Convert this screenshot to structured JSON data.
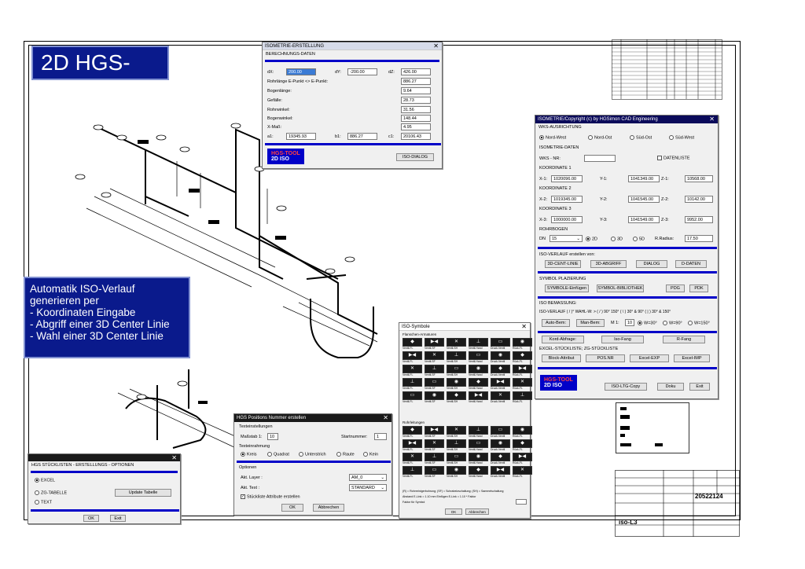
{
  "title_banner": "2D HGS-ISO",
  "info_banner": {
    "lines": [
      "Automatik ISO-Verlauf",
      "generieren per",
      "- Koordinaten Eingabe",
      "- Abgriff einer 3D Center Linie",
      "- Wahl einer 3D Center Linie"
    ]
  },
  "iso_erstellung": {
    "title": "ISOMETRIE-ERSTELLUNG",
    "section": "BERECHNUNGS-DATEN",
    "dx_label": "dX:",
    "dx_value": "200.00",
    "dy_label": "dY:",
    "dy_value": "-200.00",
    "dz_label": "dZ:",
    "dz_value": "426.00",
    "rows": [
      {
        "label": "Rohrlänge E-Punkt <> E-Punkt:",
        "value": "886.27"
      },
      {
        "label": "Bogenlänge:",
        "value": "9.64"
      },
      {
        "label": "Gefälle:",
        "value": "28.73"
      },
      {
        "label": "Rohrwinkel:",
        "value": "31.56"
      },
      {
        "label": "Bogenwinkel:",
        "value": "148.44"
      },
      {
        "label": "X-Maß:",
        "value": "4.95"
      }
    ],
    "a1_label": "a1:",
    "a1_value": "19345.93",
    "b1_label": "b1:",
    "b1_value": "886.27",
    "c1_label": "c1:",
    "c1_value": "20106.43",
    "logo_line1": "HGS-TOOL",
    "logo_line2": "2D ISO",
    "iso_dialog_button": "ISO-DIALOG"
  },
  "iso_copyright": {
    "title": "ISOMETRIE/Copyright (c) by HGSimon CAD Engineering",
    "wks_section": "WKS-AUSRICHTUNG",
    "wks_options": [
      "Nord-West",
      "Nord-Ost",
      "Süd-Ost",
      "Süd-West"
    ],
    "isodaten_section": "ISOMETRIE-DATEN",
    "wks_nr_label": "WKS - NR:",
    "wks_nr_value": "",
    "datenliste_label": "DATENLISTE",
    "koord1": "KOORDINATE 1",
    "x1_label": "X-1:",
    "x1": "1020096.00",
    "y1_label": "Y-1:",
    "y1": "1041349.00",
    "z1_label": "Z-1:",
    "z1": "10568.00",
    "koord2": "KOORDINATE 2",
    "x2_label": "X-2:",
    "x2": "1019345.00",
    "y2_label": "Y-2:",
    "y2": "1041545.00",
    "z2_label": "Z-2:",
    "z2": "10142.00",
    "koord3": "KOORDINATE 3",
    "x3_label": "X-3:",
    "x3": "1000000.00",
    "y3_label": "Y-3:",
    "y3": "1041549.00",
    "z3_label": "Z-3:",
    "z3": "9952.00",
    "rohrbogen": "ROHRBOGEN",
    "dn_label": "DN",
    "dn_value": "15",
    "d_options": [
      "2D",
      "3D",
      "5D"
    ],
    "radius_label": "R.Radius:",
    "radius_value": "17.50",
    "verlauf_section": "ISO-VERLAUF erstellen von:",
    "verlauf_buttons": [
      "3D-CENT-LINIE",
      "3D-ABGRIFF",
      "DIALOG",
      "D-DATEN"
    ],
    "symbol_section": "SYMBOL PLAZIERUNG",
    "symbol_buttons": [
      "SYMBOLE-Einfügen",
      "SYMBOL-BIBLIOTHEK",
      "PDG",
      "PDK"
    ],
    "bemassung_section": "ISO BEMASSUNG:",
    "wahl_text": "ISO-VERLAUF ( / )° WAHL-W: > ( / ) 90° 150° ( \\ ) 30° & 90° ( | ) 30° & 150°",
    "auto_bem": "Auto-Bem:",
    "man_bem": "Man-Bem:",
    "m_label": "M 1:",
    "m_value": "10",
    "w_options": [
      "W=30°",
      "W=90°",
      "W=150°"
    ],
    "koord_abfrage": "Kord-Abfrage:",
    "iso_fang": "Iso-Fang",
    "r_fang": "R-Fang",
    "excel_section": "EXCEL-STÜCKLISTE; ZG-STÜCKLISTE",
    "excel_buttons": [
      "Block-Attribut",
      "POS.NR",
      "Excel-EXP",
      "Excel-IMP"
    ],
    "logo_line1": "HGS-TOOL",
    "logo_line2": "2D ISO",
    "ltg_copy": "ISO-LTG-Copy",
    "doku": "Doku",
    "exit": "Exit"
  },
  "symbols_window": {
    "title": "ISO-Symbole",
    "section1": "Flanschen-Armaturen",
    "section2": "Rohrleitungen",
    "icons": [
      "◆",
      "▶◀",
      "✕",
      "⊥",
      "▭",
      "◉"
    ],
    "labels": [
      "Ventil-FL",
      "Ventil-SF",
      "Ventil-SH",
      "Ventil-Hand",
      "Druck-Ventil",
      "Rück-FL"
    ],
    "footer1": "(R) = Rohrreinigerbohrung; (SF) = Schrabelzschaltung; (SH) = Sammelschaltung",
    "footer2": "Abstand E-Link = 1.10 mm    Einfügen E-Link = 1.10 * Faktor",
    "footer3": "Faktor für Symbol",
    "ok": "OK",
    "abbrechen": "Abbrechen"
  },
  "positions_window": {
    "title": "HGS Positions Nummer erstellen",
    "texteinstellungen": "Texteinstellungen",
    "massstab_label": "Maßstab 1:",
    "massstab_value": "10",
    "startnummer_label": "Startnummer:",
    "startnummer_value": "1",
    "umrahmung": "Texteinrahmung",
    "rahmen_options": [
      "Kreis",
      "Quadrat",
      "Unterstrich",
      "Raute",
      "Kein"
    ],
    "optionen": "Optionen",
    "layer_label": "Akt. Layer :",
    "layer_value": "AM_0",
    "text_label": "Akt. Text :",
    "text_value": "STANDARD",
    "stuckliste_label": "Stückliste Attribute erstellen",
    "ok": "OK",
    "abbrechen": "Abbrechen"
  },
  "stuckliste_window": {
    "title": "HGS STÜCKLISTEN - ERSTELLUNGS - OPTIONEN",
    "options": [
      "EXCEL",
      "ZG-TABELLE",
      "TEXT"
    ],
    "update_button": "Update Tabelle",
    "ok": "OK",
    "exit": "Exit"
  },
  "title_block": {
    "number": "20522124",
    "name": "iso-L3"
  },
  "colors": {
    "banner": "#0a1a8c",
    "accent_bar": "#0000c8",
    "titlebar": "#0a0a5a"
  }
}
